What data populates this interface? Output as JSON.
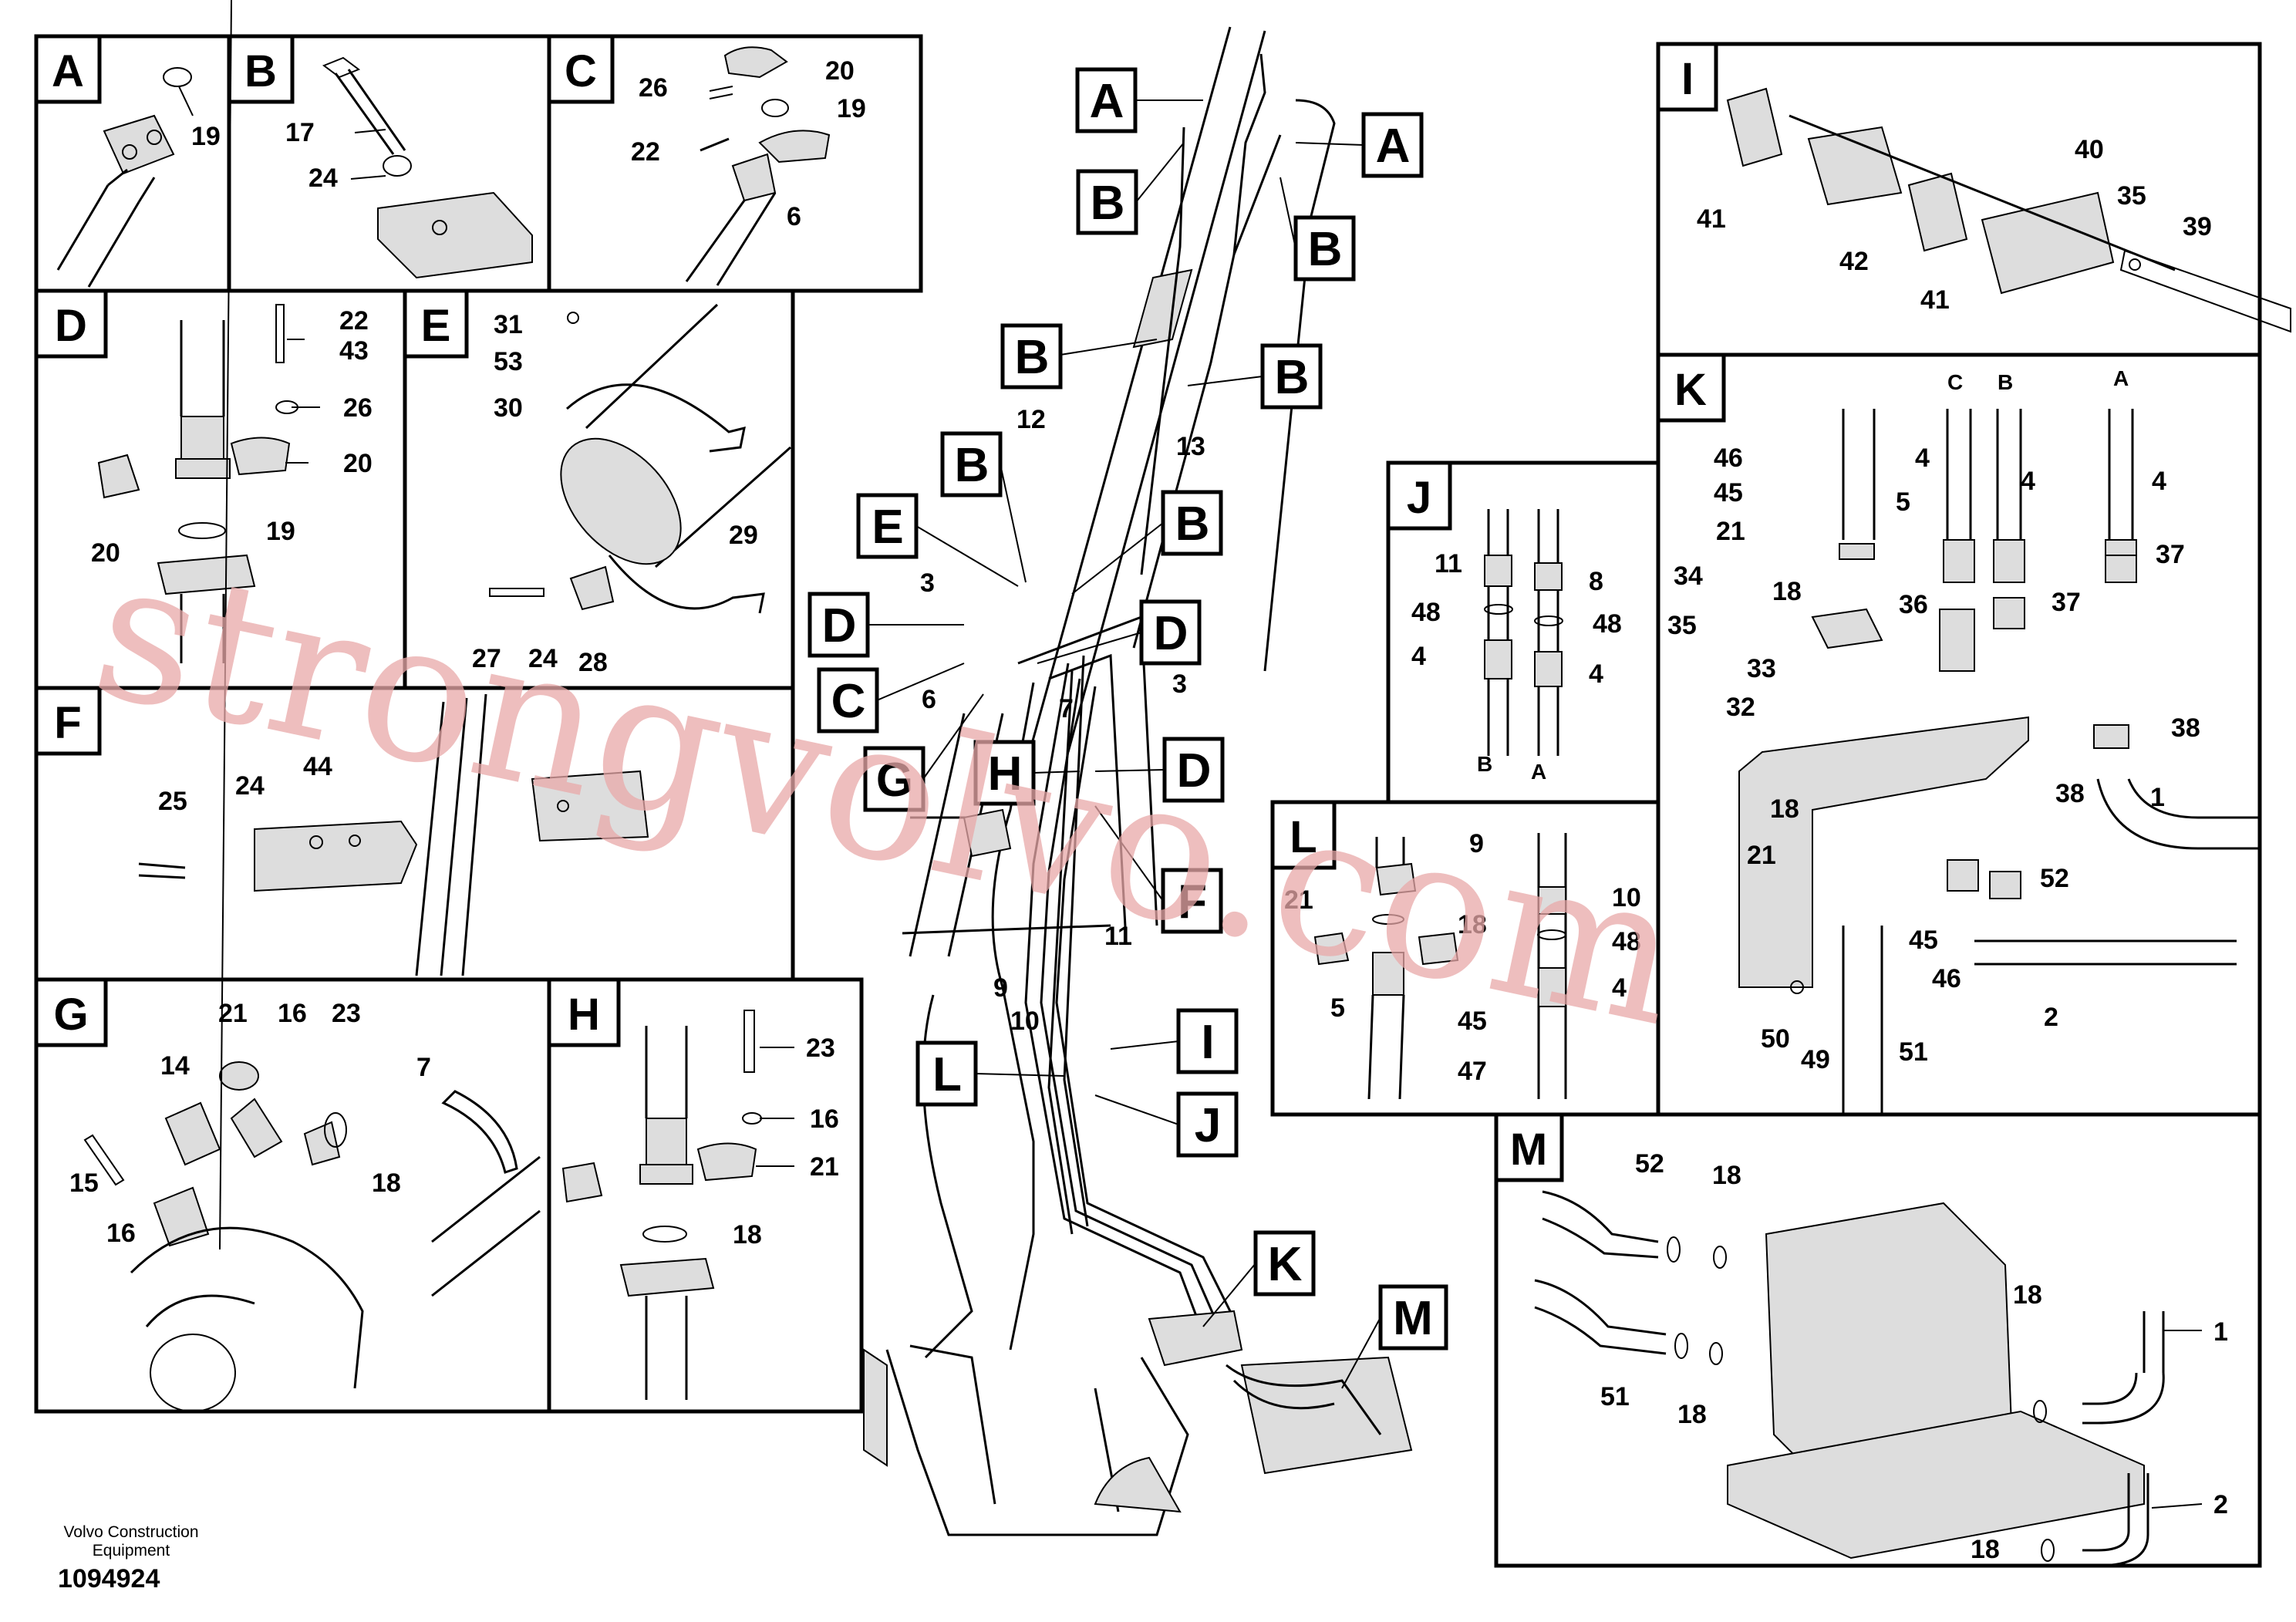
{
  "panels": {
    "A": {
      "letter": "A",
      "parts": [
        "19"
      ]
    },
    "B": {
      "letter": "B",
      "parts": [
        "17",
        "24"
      ]
    },
    "C": {
      "letter": "C",
      "parts": [
        "26",
        "20",
        "19",
        "22",
        "6"
      ]
    },
    "D": {
      "letter": "D",
      "parts": [
        "22",
        "43",
        "26",
        "20",
        "19",
        "20"
      ]
    },
    "E": {
      "letter": "E",
      "parts": [
        "31",
        "53",
        "30",
        "29",
        "27",
        "24",
        "28"
      ]
    },
    "F": {
      "letter": "F",
      "parts": [
        "25",
        "24",
        "44"
      ]
    },
    "G": {
      "letter": "G",
      "parts": [
        "21",
        "16",
        "23",
        "14",
        "7",
        "15",
        "16",
        "18"
      ]
    },
    "H": {
      "letter": "H",
      "parts": [
        "23",
        "16",
        "21",
        "18"
      ]
    },
    "I": {
      "letter": "I",
      "parts": [
        "40",
        "35",
        "39",
        "41",
        "42",
        "41"
      ]
    },
    "J": {
      "letter": "J",
      "parts": [
        "11",
        "8",
        "48",
        "48",
        "4",
        "4"
      ],
      "hose_letters": [
        "B",
        "A"
      ]
    },
    "K": {
      "letter": "K",
      "hose_letters": [
        "C",
        "B",
        "A"
      ],
      "parts": [
        "46",
        "4",
        "4",
        "4",
        "45",
        "5",
        "21",
        "37",
        "34",
        "18",
        "36",
        "37",
        "35",
        "33",
        "32",
        "38",
        "18",
        "38",
        "1",
        "21",
        "52",
        "45",
        "46",
        "50",
        "49",
        "51",
        "2"
      ]
    },
    "L": {
      "letter": "L",
      "parts": [
        "9",
        "21",
        "18",
        "10",
        "48",
        "4",
        "5",
        "45",
        "47"
      ]
    },
    "M": {
      "letter": "M",
      "parts": [
        "52",
        "18",
        "18",
        "1",
        "51",
        "18",
        "2",
        "18"
      ]
    }
  },
  "overview": {
    "callouts": [
      "A",
      "A",
      "B",
      "B",
      "B",
      "B",
      "B",
      "B",
      "E",
      "D",
      "D",
      "C",
      "G",
      "H",
      "D",
      "F",
      "I",
      "L",
      "J",
      "K",
      "M"
    ],
    "parts": [
      "12",
      "13",
      "3",
      "6",
      "3",
      "7",
      "9",
      "10",
      "11"
    ]
  },
  "watermark": "strongvolvo.com",
  "footer": {
    "company_line1": "Volvo Construction",
    "company_line2": "Equipment",
    "drawing_number": "1094924"
  }
}
